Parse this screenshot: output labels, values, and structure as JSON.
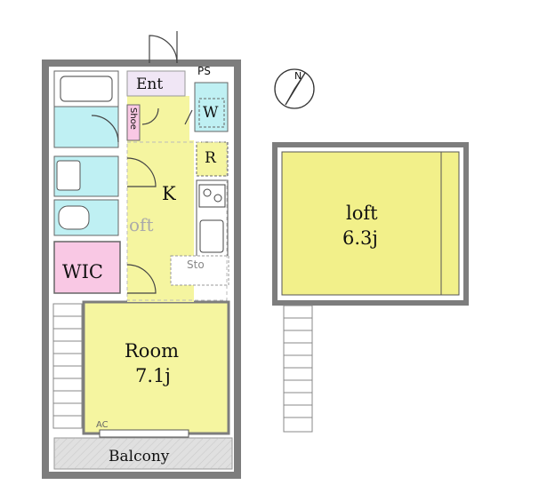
{
  "colors": {
    "room": "#f5f5a0",
    "loft": "#f2f08a",
    "water": "#bff0f3",
    "storage": "#f9c8e4",
    "wall": "#888888",
    "balcony": "#d9d9d9"
  },
  "compass": {
    "north_label": "N",
    "icon": "north-arrow-icon"
  },
  "labels": {
    "entrance": "Ent",
    "pipe_space": "PS",
    "washer": "W",
    "shoe": "Shoe",
    "refrigerator": "R",
    "kitchen": "K",
    "loft_ghost": "oft",
    "wic": "WIC",
    "storage": "Sto",
    "room_name": "Room",
    "room_size": "7.1j",
    "air_conditioner": "AC",
    "balcony": "Balcony",
    "loft_name": "loft",
    "loft_size": "6.3j"
  },
  "icons": [
    "bathtub-icon",
    "toilet-icon",
    "washbasin-icon",
    "stove-icon",
    "sink-icon",
    "stairs-icon",
    "door-swing-icon"
  ]
}
